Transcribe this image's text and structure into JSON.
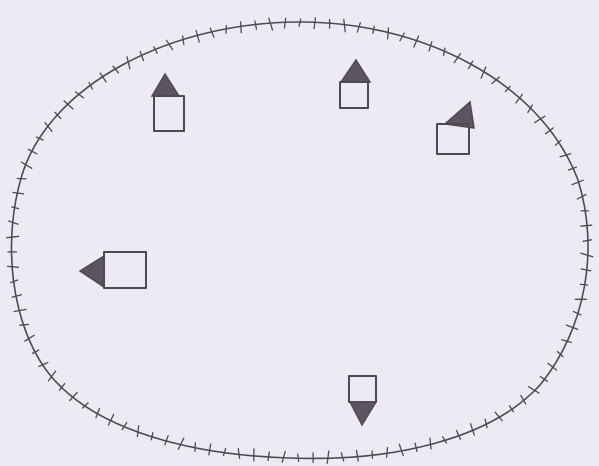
{
  "drawing": {
    "paper_color": "#eeeaf3",
    "pencil_color": "#4f4a52",
    "roof_fill_color": "#5a5560",
    "boundary": {
      "shape": "oval",
      "style": "line with short tick marks"
    },
    "houses": [
      {
        "id": "house-1",
        "roof_direction": "up"
      },
      {
        "id": "house-2",
        "roof_direction": "up"
      },
      {
        "id": "house-3",
        "roof_direction": "up"
      },
      {
        "id": "house-4",
        "roof_direction": "left"
      },
      {
        "id": "house-5",
        "roof_direction": "down"
      }
    ]
  }
}
